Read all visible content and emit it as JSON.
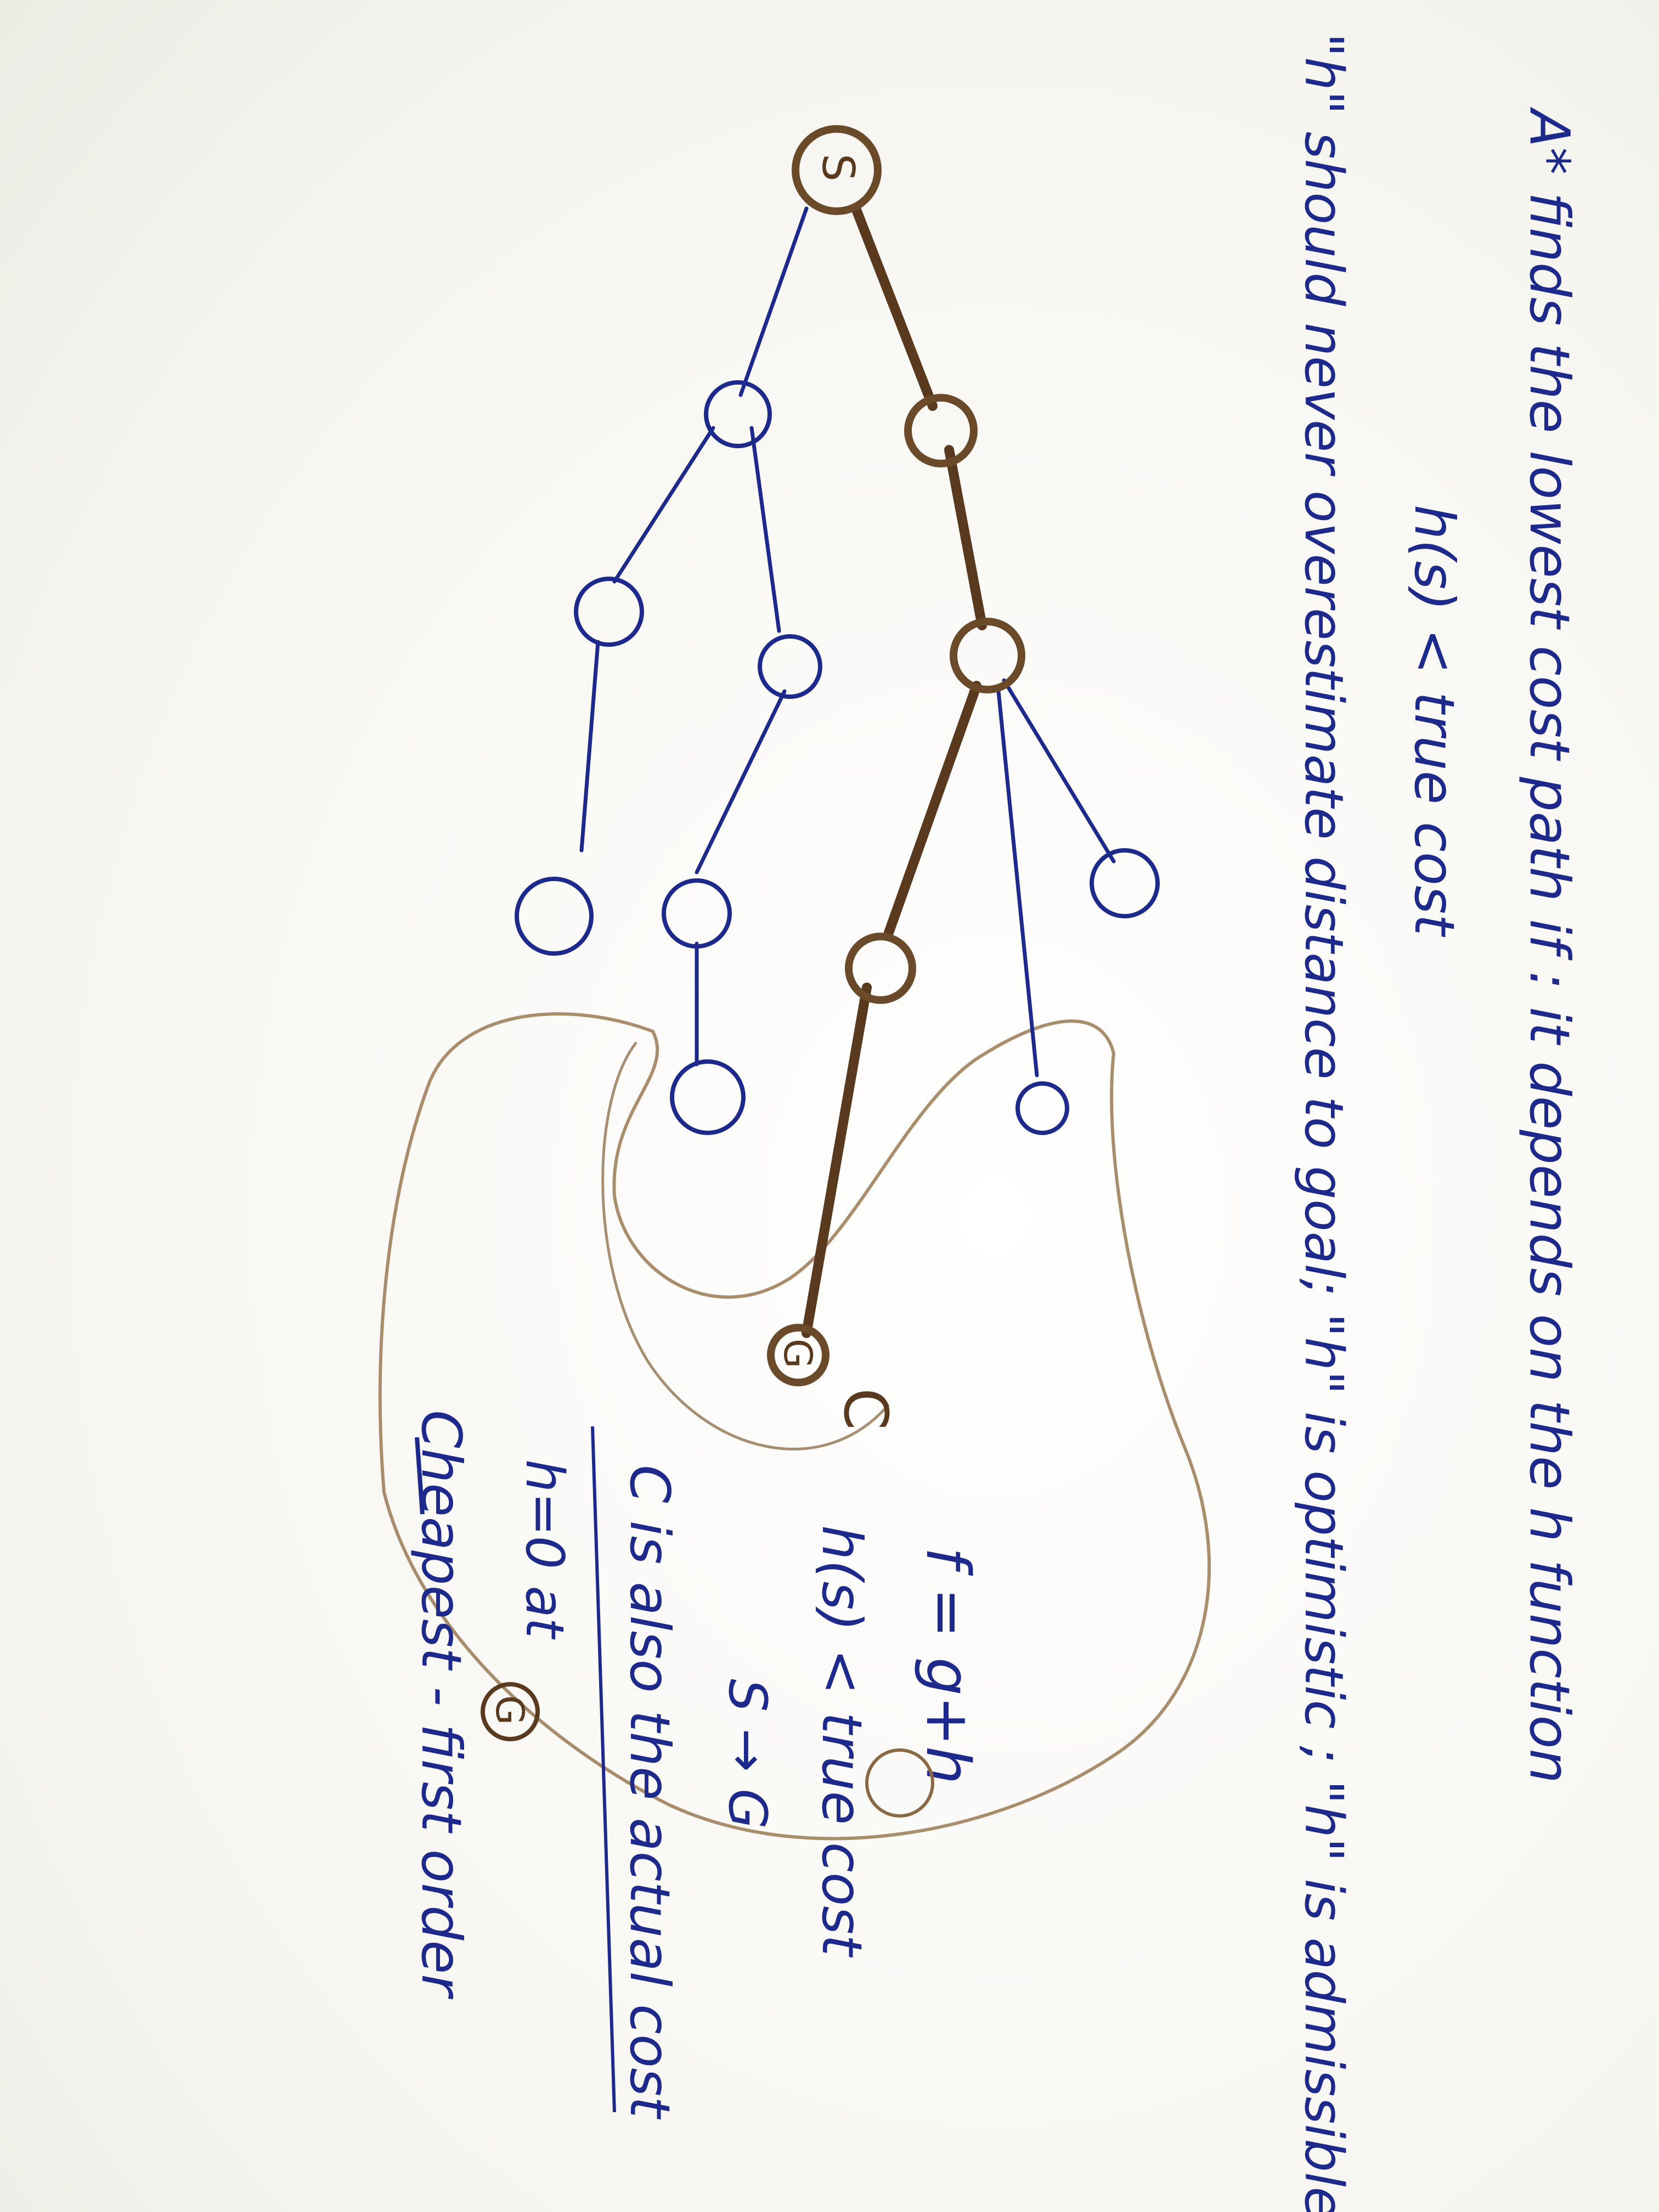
{
  "notes": {
    "line1": "A* finds the lowest cost path if : it depends on the h function",
    "line2": "h(s) < true cost",
    "line3": "\"h\" should never overestimate distance to goal; \"h\" is optimistic ; \"h\" is admissible"
  },
  "graph": {
    "start_label": "S",
    "goal_label": "G",
    "contour_label": "C"
  },
  "formula": {
    "f": "f = g+h",
    "h_rule": "h(s) < true cost",
    "path": "S → G",
    "c_note": "C is also the actual cost",
    "h_zero": "h=0 at",
    "h_zero_node": "G",
    "cheapest": "Cheapest - first order"
  },
  "colors": {
    "ink": "#1d2a8c",
    "brown": "#5a3a1e",
    "pencil": "#8a6a45"
  }
}
